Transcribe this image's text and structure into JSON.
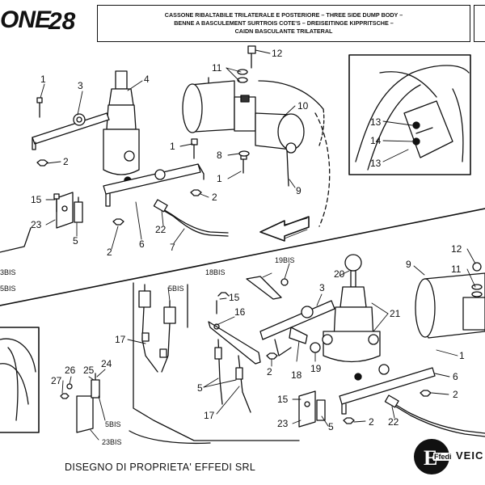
{
  "header": {
    "logo_text": "ONE",
    "page_number": "28",
    "title_lines": [
      "CASSONE RIBALTABILE TRILATERALE E POSTERIORE – THREE SIDE DUMP BODY –",
      "BENNE A BASCULEMENT SURTROIS COTE'S – DREISEITINGE KIPPRITSCHE –",
      "CAIDN BASCULANTE TRILATERAL"
    ]
  },
  "callouts": {
    "c1a": "1",
    "c3a": "3",
    "c4": "4",
    "c2a": "2",
    "c11a": "11",
    "c12a": "12",
    "c10": "10",
    "c1b": "1",
    "c8": "8",
    "c1c": "1",
    "c9a": "9",
    "c2b": "2",
    "c15a": "15",
    "c23a": "23",
    "c5a": "5",
    "c22a": "22",
    "c7": "7",
    "c6a": "6",
    "c2c": "2",
    "c13a": "13",
    "c14": "14",
    "c13b": "13",
    "c3bis": "3BIS",
    "c5bis_edge": "5BIS",
    "c19bis": "19BIS",
    "c18bis": "18BIS",
    "c20": "20",
    "c9b": "9",
    "c12b": "12",
    "c11b": "11",
    "c5bis_a": "5BIS",
    "c15b": "15",
    "c16": "16",
    "c3b": "3",
    "c21": "21",
    "c17a": "17",
    "c1d": "1",
    "c6b": "6",
    "c2d": "2",
    "c2e": "2",
    "c18": "18",
    "c19": "19",
    "c5b": "5",
    "c17b": "17",
    "c15c": "15",
    "c23b": "23",
    "c5c": "5",
    "c2f": "2",
    "c22b": "22",
    "c26": "26",
    "c25": "25",
    "c24": "24",
    "c27": "27",
    "c5bis_b": "5BIS",
    "c23bis": "23BIS"
  },
  "footer": {
    "ownership": "DISEGNO DI PROPRIETA' EFFEDI SRL",
    "brand_letter": "E",
    "brand_name": "Ffedi",
    "brand_veic": "VEIC"
  }
}
